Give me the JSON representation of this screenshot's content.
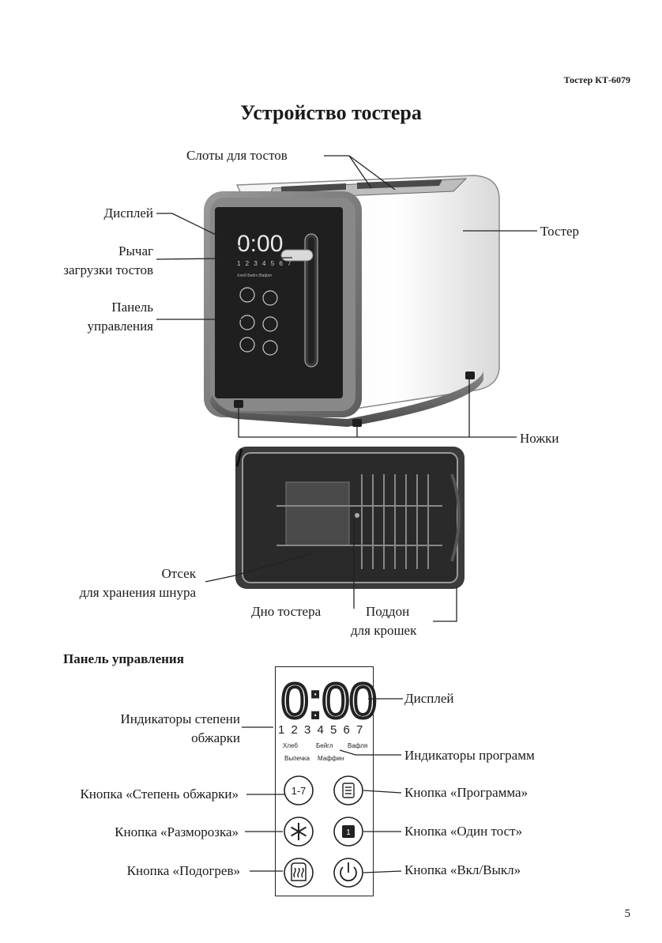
{
  "header": {
    "model": "Тостер КТ-6079"
  },
  "page_title": "Устройство тостера",
  "toaster_labels": {
    "slots": "Слоты для тостов",
    "display": "Дисплей",
    "lever_line1": "Рычаг",
    "lever_line2": "загрузки тостов",
    "panel_line1": "Панель",
    "panel_line2": "управления",
    "toaster": "Тостер",
    "feet": "Ножки"
  },
  "bottom_labels": {
    "cord_line1": "Отсек",
    "cord_line2": "для хранения шнура",
    "bottom": "Дно тостера",
    "tray_line1": "Поддон",
    "tray_line2": "для крошек"
  },
  "control_panel": {
    "section_title": "Панель управления",
    "display_value": "0:00",
    "levels": [
      "1",
      "2",
      "3",
      "4",
      "5",
      "6",
      "7"
    ],
    "programs_row1": [
      "Хлеб",
      "Бейгл",
      "Вафля"
    ],
    "programs_row2": [
      "Выпечка",
      "Маффин"
    ],
    "browning_button_text": "1-7",
    "single_toast_text": "1",
    "labels": {
      "display": "Дисплей",
      "browning_ind_line1": "Индикаторы степени",
      "browning_ind_line2": "обжарки",
      "programs_ind": "Индикаторы программ",
      "browning_btn": "Кнопка «Степень обжарки»",
      "program_btn": "Кнопка «Программа»",
      "defrost_btn": "Кнопка «Разморозка»",
      "single_btn": "Кнопка «Один тост»",
      "reheat_btn": "Кнопка «Подогрев»",
      "power_btn": "Кнопка «Вкл/Выкл»"
    }
  },
  "page_number": "5"
}
